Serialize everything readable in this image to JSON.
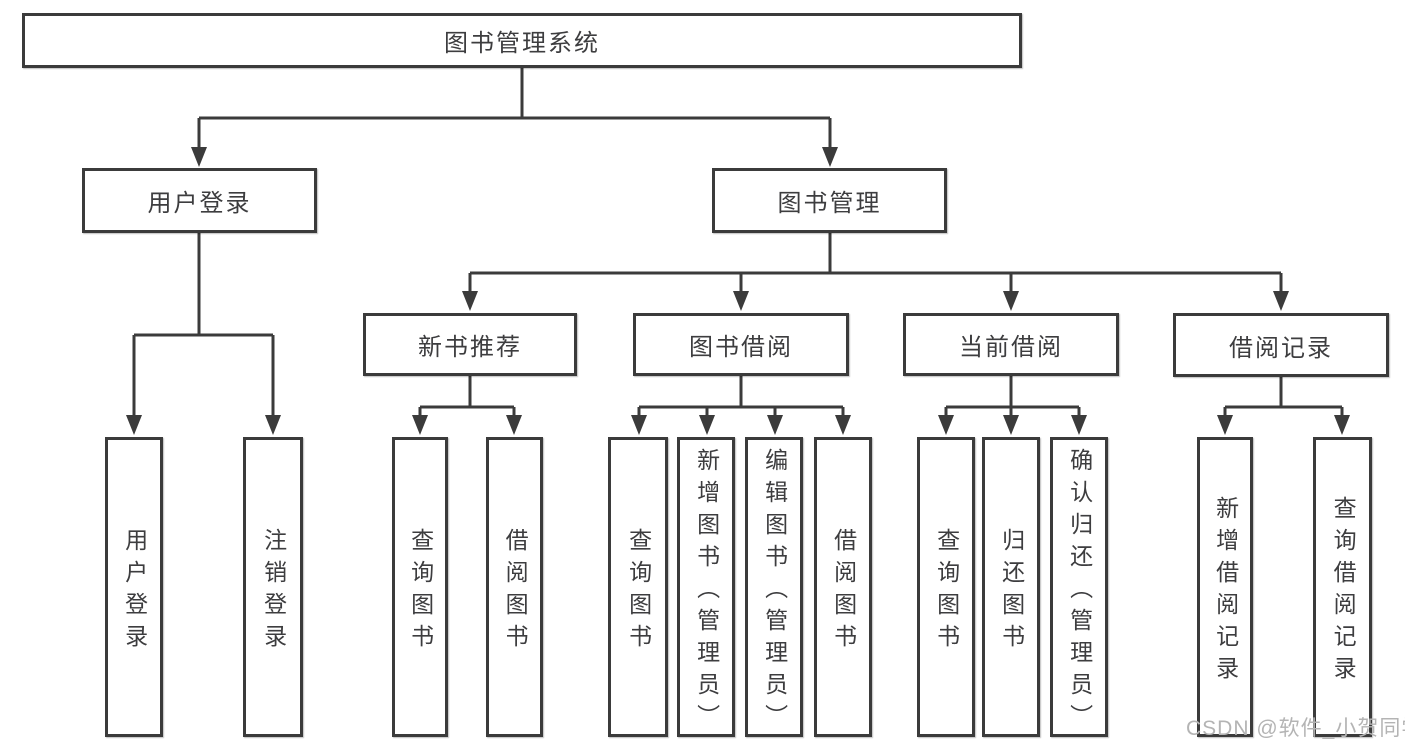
{
  "tree": {
    "label": "图书管理系统",
    "children": [
      {
        "label": "用户登录",
        "children": [
          {
            "label": "用户登录"
          },
          {
            "label": "注销登录"
          }
        ]
      },
      {
        "label": "图书管理",
        "children": [
          {
            "label": "新书推荐",
            "children": [
              {
                "label": "查询图书"
              },
              {
                "label": "借阅图书"
              }
            ]
          },
          {
            "label": "图书借阅",
            "children": [
              {
                "label": "查询图书"
              },
              {
                "label": "新增图书（管理员）"
              },
              {
                "label": "编辑图书（管理员）"
              },
              {
                "label": "借阅图书"
              }
            ]
          },
          {
            "label": "当前借阅",
            "children": [
              {
                "label": "查询图书"
              },
              {
                "label": "归还图书"
              },
              {
                "label": "确认归还（管理员）"
              }
            ]
          },
          {
            "label": "借阅记录",
            "children": [
              {
                "label": "新增借阅记录"
              },
              {
                "label": "查询借阅记录"
              }
            ]
          }
        ]
      }
    ]
  },
  "watermark": {
    "text": "CSDN @软件_小贺同学"
  },
  "colors": {
    "line": "#3b3b3b",
    "box_border": "#3b3b3b",
    "text": "#3d3d3f",
    "watermark": "#b4b4b4",
    "background": "#ffffff"
  }
}
